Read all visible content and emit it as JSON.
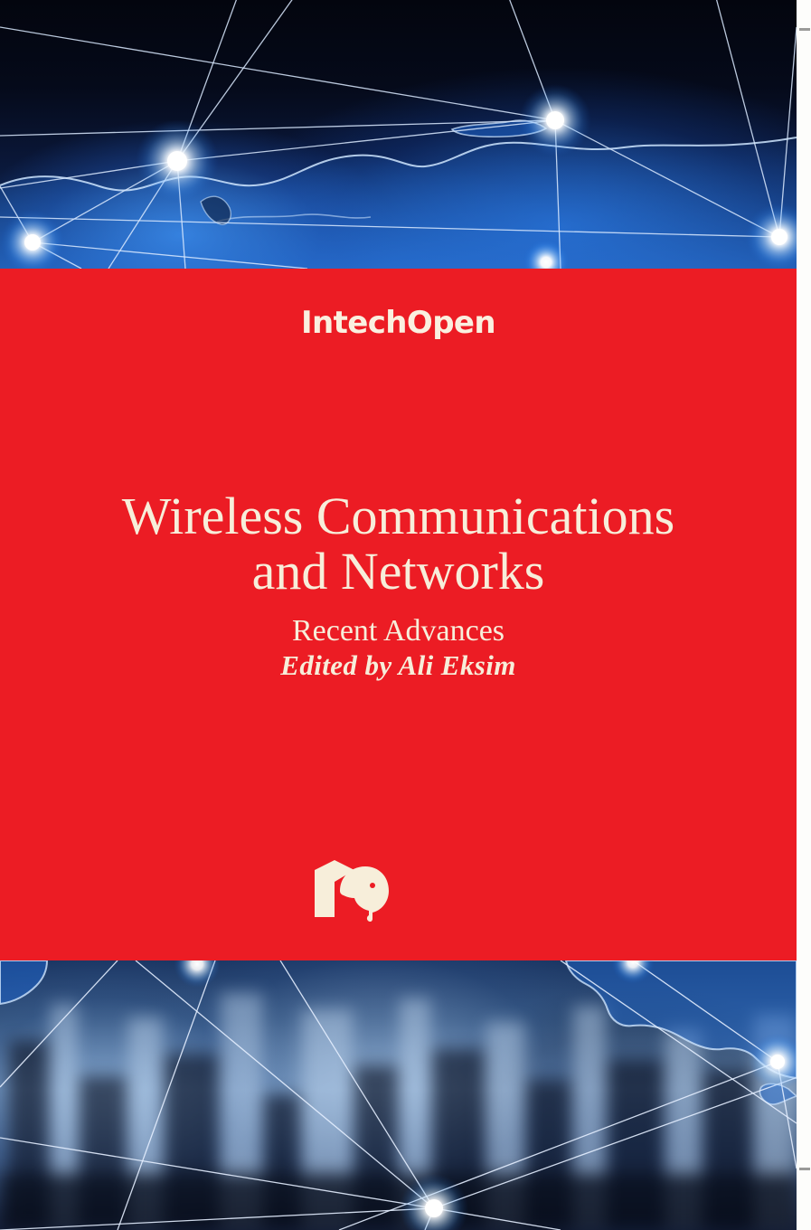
{
  "cover": {
    "publisher_wordmark": "IntechOpen",
    "title_line1": "Wireless Communications",
    "title_line2": "and Networks",
    "subtitle": "Recent Advances",
    "editor": "Edited by Ali Eksim",
    "colors": {
      "panel_red": "#ec1c24",
      "text_cream": "#f7eeda",
      "wordmark_cream": "#faf0e0",
      "artwork_blue": "#1e63c8",
      "artwork_dark": "#05070f",
      "node_glow": "#ffffff",
      "crop_tick": "#9a9a98",
      "page_white": "#fdfdfb"
    },
    "artwork": {
      "top_band_description": "world-map-network-nodes",
      "bottom_band_description": "blurred-cityscape-network-nodes"
    }
  }
}
